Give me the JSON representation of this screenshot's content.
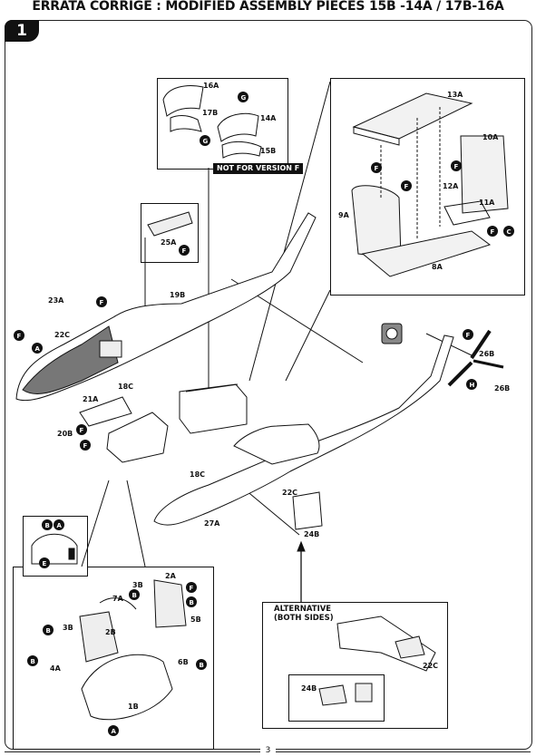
{
  "page": {
    "title": "ERRATA CORRIGE : MODIFIED ASSEMBLY PIECES 15B -14A / 17B-16A",
    "step": "1",
    "page_number": "3"
  },
  "notice": {
    "not_for_version": "NOT FOR VERSION F"
  },
  "alternative": {
    "line1": "ALTERNATIVE",
    "line2": "(BOTH SIDES)"
  },
  "parts": {
    "p16A": "16A",
    "p17B": "17B",
    "p14A": "14A",
    "p15B": "15B",
    "p13A": "13A",
    "p10A": "10A",
    "p12A": "12A",
    "p11A": "11A",
    "p9A": "9A",
    "p8A": "8A",
    "p25A": "25A",
    "p19B": "19B",
    "p23A": "23A",
    "p22C_a": "22C",
    "p18C_a": "18C",
    "p21A": "21A",
    "p20B": "20B",
    "p26B": "26B",
    "p26B_b": "26B",
    "p18C_b": "18C",
    "p22C_b": "22C",
    "p27A": "27A",
    "p24B": "24B",
    "p7A": "7A",
    "p3B_a": "3B",
    "p2A": "2A",
    "p2B": "2B",
    "p3B_b": "3B",
    "p5B": "5B",
    "p6B": "6B",
    "p4A": "4A",
    "p1B": "1B",
    "p22C_c": "22C",
    "p24B_b": "24B"
  },
  "callouts": {
    "G": "G",
    "F": "F",
    "A": "A",
    "B": "B",
    "C": "C",
    "E": "E",
    "H": "H"
  },
  "colors": {
    "ink": "#111111",
    "paper": "#ffffff",
    "panel_fill": "#eeeeee",
    "dark_fill": "#555555"
  }
}
